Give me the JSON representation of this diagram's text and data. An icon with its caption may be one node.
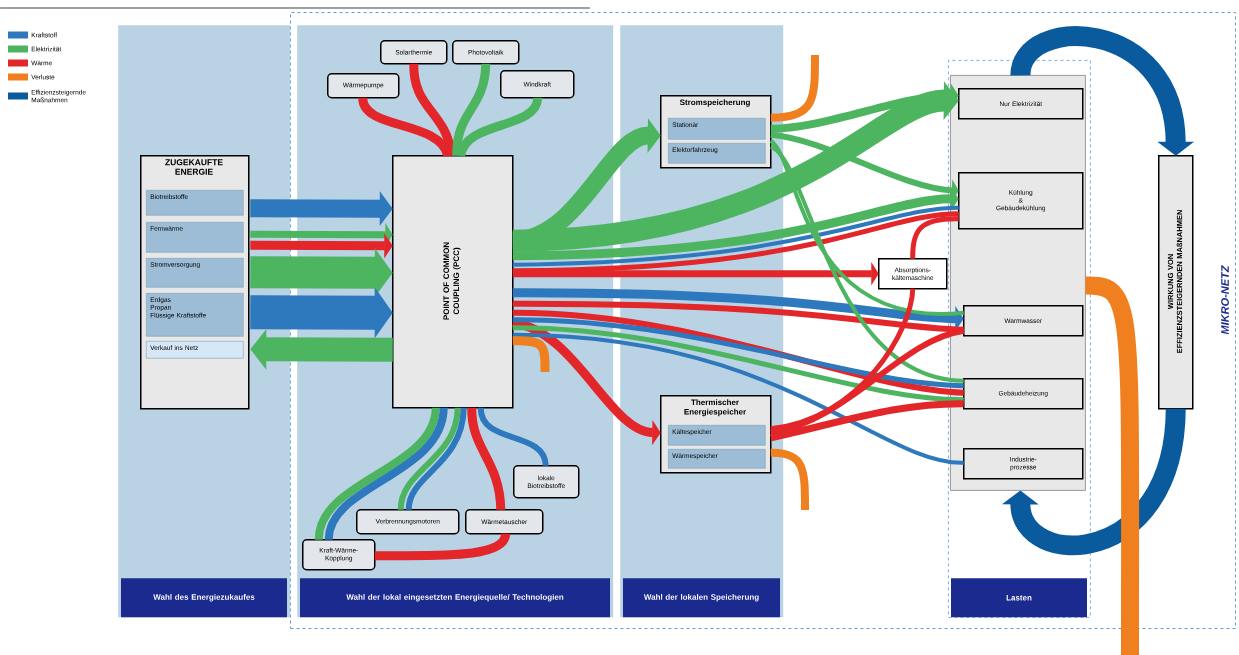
{
  "diagram": {
    "nodes": [
      {
        "text": [
          "MIKRO-NETZ"
        ]
      },
      {
        "text": [
          "Wahl des Energiezukaufes"
        ]
      },
      {
        "text": [
          "ZUGEKAUFTE ENERGIE"
        ],
        "in": 1
      },
      {
        "text": [
          "Biotreibstoffe"
        ],
        "in": 2
      },
      {
        "text": [
          "Fernwärme"
        ],
        "in": 2
      },
      {
        "text": [
          "Stromversorgung"
        ],
        "in": 2
      },
      {
        "text": [
          "Erdgas",
          "Propan",
          "Flüssige Kraftstoffe"
        ],
        "in": 2
      },
      {
        "text": [
          "Verkauf ins Netz"
        ],
        "in": 2
      },
      {
        "text": [
          "Wahl der lokal eingesetzten Energiequelle/ Technologien"
        ],
        "in": 0
      },
      {
        "text": [
          "POINT OF COMMON COUPLING (PCC)"
        ],
        "in": 8
      },
      {
        "text": [
          "Wärmepumpe"
        ],
        "in": 8
      },
      {
        "text": [
          "Solarthermie"
        ],
        "in": 8
      },
      {
        "text": [
          "Photovoltaik"
        ],
        "in": 8
      },
      {
        "text": [
          "Windkraft"
        ],
        "in": 8
      },
      {
        "text": [
          "lokale Biotreibstoffe"
        ],
        "in": 8
      },
      {
        "text": [
          "Verbrennungsmotoren"
        ],
        "in": 8
      },
      {
        "text": [
          "Wärmetauscher"
        ],
        "in": 8
      },
      {
        "text": [
          "Kraft-Wärme- Kopplung"
        ],
        "in": 8
      },
      {
        "text": [
          "Wahl der lokalen Speicherung"
        ],
        "in": 0
      },
      {
        "text": [
          "Stromspeicherung"
        ],
        "in": 18
      },
      {
        "text": [
          "Stationär"
        ],
        "in": 19
      },
      {
        "text": [
          "Elektorfahrzeug"
        ],
        "in": 19
      },
      {
        "text": [
          "Thermischer Energiespeicher"
        ],
        "in": 18
      },
      {
        "text": [
          "Kältespeicher"
        ],
        "in": 22
      },
      {
        "text": [
          "Wärmespeicher"
        ],
        "in": 22
      },
      {
        "text": [
          "Absorptions- kältemaschine"
        ],
        "in": 0
      },
      {
        "text": [
          "Lasten"
        ],
        "in": 0
      },
      {
        "text": [],
        "shape": "box",
        "in": 26
      },
      {
        "text": [
          "Nur Elektrizität"
        ],
        "in": 27
      },
      {
        "text": [
          "Kühlung",
          "&",
          "Gebäudekühlung"
        ],
        "in": 27
      },
      {
        "text": [
          "Warmwasser"
        ],
        "in": 27
      },
      {
        "text": [
          "Gebäudeheizung"
        ],
        "in": 27
      },
      {
        "text": [
          "Industrie- prozesse"
        ],
        "in": 27
      },
      {
        "text": [
          "WIRKUNG VON EFFIZIENZSTEIGERNDEN MAßNAHMEN"
        ],
        "in": 0
      }
    ],
    "edges": [
      {
        "from": 3,
        "to": 9,
        "arrow": "to",
        "color": "#2e78bd",
        "style": "thick"
      },
      {
        "from": 4,
        "to": 9,
        "arrow": "to",
        "color": "#4db560"
      },
      {
        "from": 4,
        "to": 9,
        "arrow": "to",
        "color": "#e3262a"
      },
      {
        "from": 5,
        "to": 9,
        "arrow": "to",
        "color": "#4db560",
        "style": "thick"
      },
      {
        "from": 6,
        "to": 9,
        "arrow": "to",
        "color": "#2e78bd",
        "style": "thick"
      },
      {
        "from": 9,
        "to": 7,
        "arrow": "to",
        "color": "#4db560",
        "style": "thick"
      },
      {
        "from": 10,
        "to": 9,
        "arrow": "none",
        "color": "#e3262a"
      },
      {
        "from": 11,
        "to": 9,
        "arrow": "none",
        "color": "#e3262a"
      },
      {
        "from": 12,
        "to": 9,
        "arrow": "none",
        "color": "#4db560"
      },
      {
        "from": 13,
        "to": 9,
        "arrow": "none",
        "color": "#4db560"
      },
      {
        "from": 9,
        "to": 17,
        "arrow": "none",
        "color": "#4db560"
      },
      {
        "from": 9,
        "to": 17,
        "arrow": "none",
        "color": "#2e78bd"
      },
      {
        "from": 9,
        "to": 15,
        "arrow": "none",
        "color": "#4db560"
      },
      {
        "from": 9,
        "to": 15,
        "arrow": "none",
        "color": "#2e78bd"
      },
      {
        "from": 16,
        "to": 9,
        "arrow": "none",
        "color": "#e3262a"
      },
      {
        "from": 14,
        "to": 9,
        "arrow": "none",
        "color": "#2e78bd"
      },
      {
        "from": 17,
        "to": 16,
        "arrow": "none",
        "color": "#e3262a"
      },
      {
        "from": 9,
        "to": 19,
        "arrow": "to",
        "color": "#4db560",
        "style": "thick"
      },
      {
        "from": 9,
        "to": 22,
        "arrow": "to",
        "color": "#e3262a"
      },
      {
        "from": 9,
        "to": 28,
        "arrow": "to",
        "color": "#4db560",
        "style": "thick"
      },
      {
        "from": 9,
        "to": 29,
        "arrow": "to",
        "color": "#4db560"
      },
      {
        "from": 9,
        "to": 29,
        "arrow": "none",
        "color": "#2e78bd"
      },
      {
        "from": 9,
        "to": 29,
        "arrow": "none",
        "color": "#e3262a"
      },
      {
        "from": 9,
        "to": 25,
        "arrow": "to",
        "color": "#e3262a"
      },
      {
        "from": 9,
        "to": 30,
        "arrow": "to",
        "color": "#2e78bd"
      },
      {
        "from": 9,
        "to": 30,
        "arrow": "none",
        "color": "#e3262a"
      },
      {
        "from": 9,
        "to": 31,
        "arrow": "none",
        "color": "#e3262a"
      },
      {
        "from": 9,
        "to": 31,
        "arrow": "none",
        "color": "#2e78bd"
      },
      {
        "from": 9,
        "to": 31,
        "arrow": "none",
        "color": "#4db560"
      },
      {
        "from": 9,
        "to": 32,
        "arrow": "none",
        "color": "#2e78bd"
      },
      {
        "from": 9,
        "to": null,
        "arrow": "none",
        "color": "#f0801f"
      },
      {
        "from": 19,
        "to": 28,
        "arrow": "to",
        "color": "#4db560"
      },
      {
        "from": 19,
        "to": 29,
        "arrow": "to",
        "color": "#4db560"
      },
      {
        "from": 19,
        "to": 30,
        "arrow": "none",
        "color": "#4db560"
      },
      {
        "from": 19,
        "to": 31,
        "arrow": "none",
        "color": "#4db560"
      },
      {
        "from": 19,
        "to": null,
        "arrow": "none",
        "color": "#f0801f"
      },
      {
        "from": 22,
        "to": 25,
        "arrow": "none",
        "color": "#e3262a"
      },
      {
        "from": 22,
        "to": 30,
        "arrow": "none",
        "color": "#e3262a"
      },
      {
        "from": 22,
        "to": 31,
        "arrow": "none",
        "color": "#e3262a"
      },
      {
        "from": 22,
        "to": null,
        "arrow": "none",
        "color": "#f0801f"
      },
      {
        "from": 25,
        "to": 29,
        "arrow": "none",
        "color": "#e3262a"
      },
      {
        "from": 27,
        "to": 33,
        "arrow": "to",
        "color": "#0a5a9e",
        "style": "thick"
      },
      {
        "from": 33,
        "to": 27,
        "arrow": "to",
        "color": "#0a5a9e",
        "style": "thick"
      },
      {
        "from": 27,
        "to": null,
        "arrow": "none",
        "color": "#f0801f",
        "style": "thick"
      }
    ],
    "legend": [
      {
        "text": "Kraftstoff",
        "color": "#2e78bd"
      },
      {
        "text": "Elektrizität",
        "color": "#4db560"
      },
      {
        "text": "Wärme",
        "color": "#e3262a"
      },
      {
        "text": "Verluste",
        "color": "#f0801f"
      },
      {
        "text": "Effizienzsteigernde Maßnahmen",
        "color": "#0a5a9e"
      }
    ]
  }
}
